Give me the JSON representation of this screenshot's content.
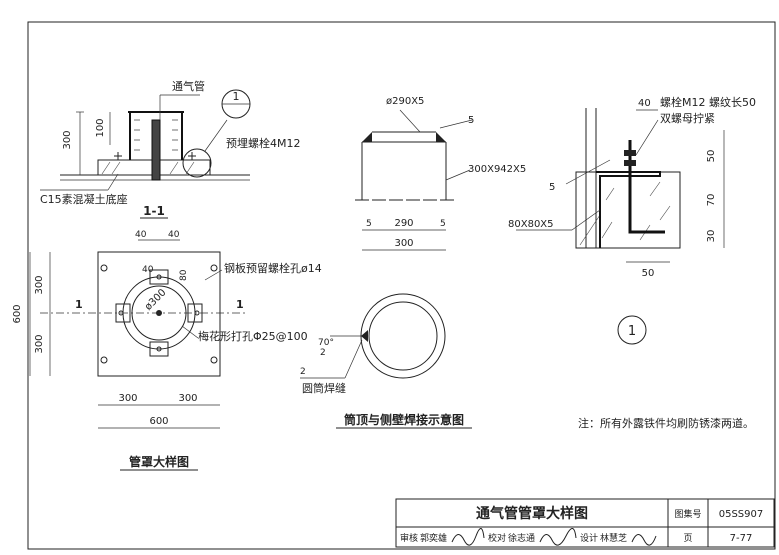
{
  "section_1_1": {
    "label_vent_pipe": "通气管",
    "label_bolt": "预埋螺栓4M12",
    "label_base": "C15素混凝土底座",
    "dim_300": "300",
    "dim_100": "100",
    "detail_ref": "1",
    "section_title": "1-1"
  },
  "plan": {
    "dim_40_left": "40",
    "dim_40_right": "40",
    "dim_40_side": "40",
    "dim_80": "80",
    "dim_300_top": "300",
    "dim_300_bottom": "300",
    "dim_600_left": "600",
    "dim_phi300": "ø300",
    "label_bolt_hole": "钢板预留螺栓孔ø14",
    "label_perforation": "梅花形打孔Φ25@100",
    "cut_left": "1",
    "cut_right": "1",
    "dim_300_b1": "300",
    "dim_300_b2": "300",
    "dim_600_bottom": "600",
    "title": "管罩大样图"
  },
  "weld": {
    "label_top": "ø290X5",
    "label_side": "300X942X5",
    "weld_5": "5",
    "dim_5_l": "5",
    "dim_290": "290",
    "dim_5_r": "5",
    "dim_300": "300",
    "angle": "70°",
    "gap": "2",
    "gap2": "2",
    "label_seam": "圆筒焊缝",
    "title": "筒顶与侧壁焊接示意图"
  },
  "detail1": {
    "dim_40": "40",
    "label_bolt": "螺栓M12  螺纹长50",
    "label_nut": "双螺母拧紧",
    "weld_5": "5",
    "label_angle": "80X80X5",
    "dim_50_r": "50",
    "dim_70": "70",
    "dim_30": "30",
    "dim_50_b": "50",
    "number": "1"
  },
  "note": "注：所有外露铁件均刷防锈漆两道。",
  "title_block": {
    "title": "通气管管罩大样图",
    "atlas_label": "图集号",
    "atlas_no": "05SS907",
    "review": "审核",
    "reviewer": "郭奕雄",
    "check": "校对",
    "checker": "徐志通",
    "design": "设计",
    "designer": "林慧芝",
    "page_label": "页",
    "page_no": "7-77"
  }
}
